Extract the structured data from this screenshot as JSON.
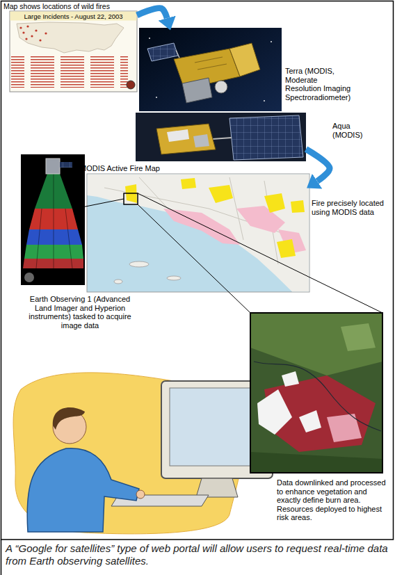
{
  "diagram": {
    "caption": "A “Google for satellites” type of web portal will allow users to request real-time data from Earth observing satellites.",
    "nodes": [
      {
        "text": [
          "Map shows locations of wild fires",
          "Large Incidents - August 22, 2003"
        ]
      },
      {
        "text": [
          "Terra (MODIS, Moderate Resolution Imaging Spectroradiometer)"
        ]
      },
      {
        "text": [
          "Aqua (MODIS)"
        ]
      },
      {
        "text": [
          "MODIS Active Fire Map"
        ]
      },
      {
        "text": [
          "Earth Observing 1 (Advanced Land Imager and Hyperion instruments) tasked to acquire image data"
        ]
      },
      {
        "text": [
          "Data downlinked and processed to enhance vegetation and exactly define burn area. Resources deployed to highest risk areas."
        ]
      }
    ],
    "edges": [
      {
        "from": 0,
        "to": 1,
        "arrow": "to"
      },
      {
        "from": 2,
        "to": 3,
        "label": "Fire precisely located using MODIS data",
        "arrow": "to"
      },
      {
        "from": 3,
        "to": 4,
        "arrow": "none"
      },
      {
        "from": 3,
        "to": 5,
        "arrow": "none"
      }
    ]
  }
}
